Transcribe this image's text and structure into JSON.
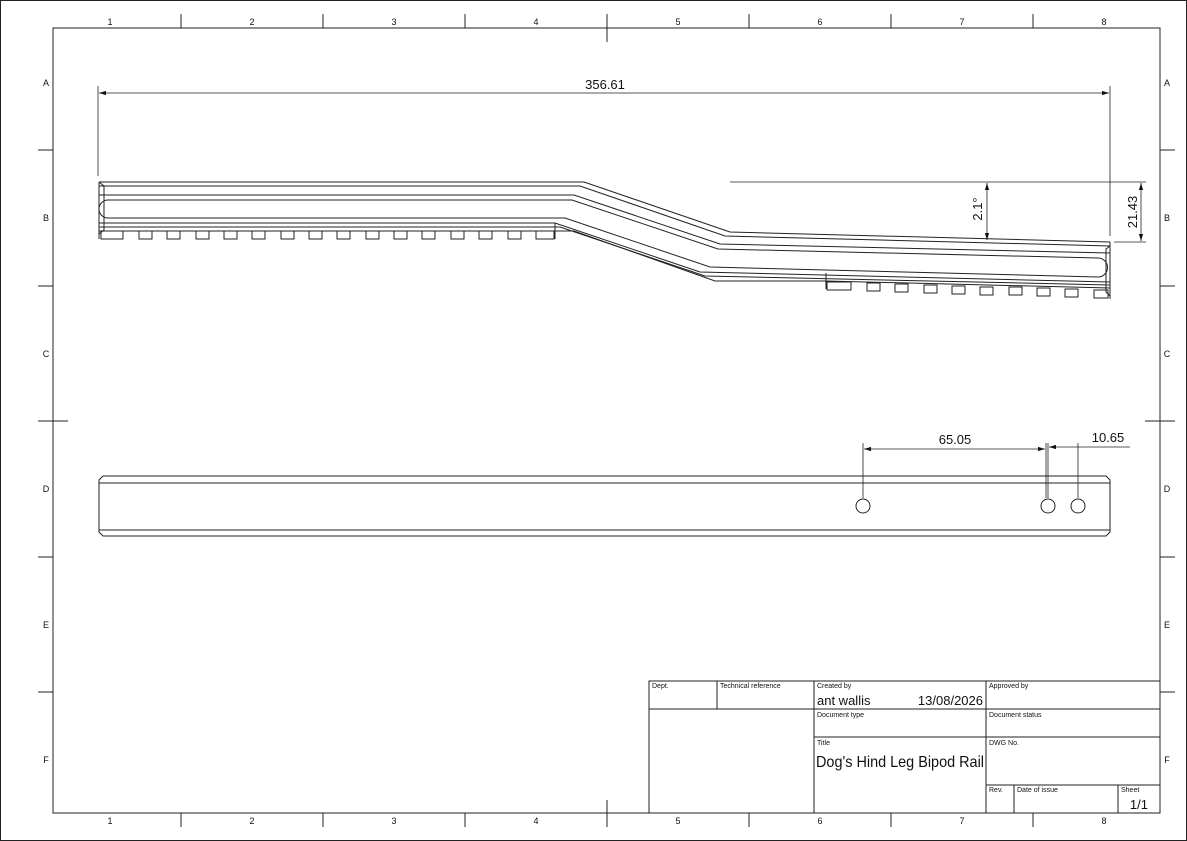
{
  "sheet": {
    "columns": [
      "1",
      "2",
      "3",
      "4",
      "5",
      "6",
      "7",
      "8"
    ],
    "rows": [
      "A",
      "B",
      "C",
      "D",
      "E",
      "F"
    ]
  },
  "dimensions": {
    "overall_length": "356.61",
    "angle": "2.1°",
    "height": "21.43",
    "hole_spacing": "65.05",
    "hole_pitch": "10.65"
  },
  "title_block": {
    "dept_label": "Dept.",
    "tech_ref_label": "Technical reference",
    "created_by_label": "Created by",
    "created_by": "ant wallis",
    "created_date": "13/08/2026",
    "approved_by_label": "Approved by",
    "doc_type_label": "Document type",
    "doc_status_label": "Document status",
    "title_label": "Title",
    "title": "Dog's Hind Leg Bipod Rail",
    "dwg_no_label": "DWG No.",
    "rev_label": "Rev.",
    "date_issue_label": "Date of issue",
    "sheet_label": "Sheet",
    "sheet_value": "1/1"
  }
}
